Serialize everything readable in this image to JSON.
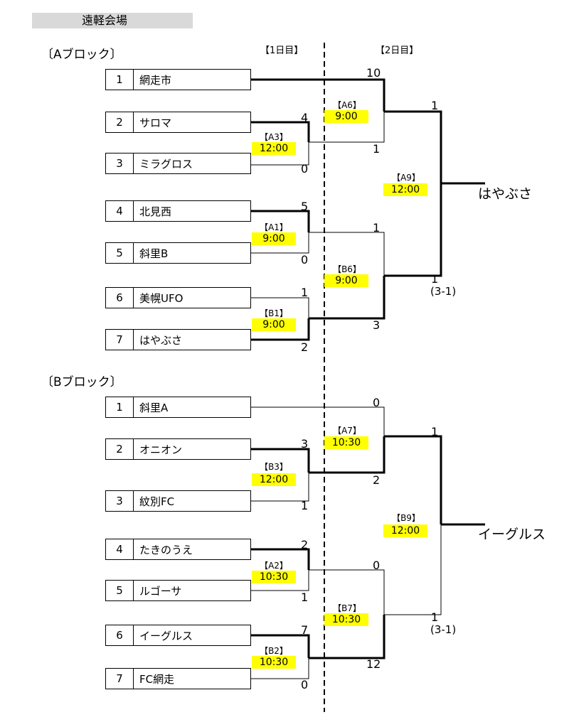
{
  "venue": "遠軽会場",
  "day1_label": "【1日目】",
  "day2_label": "【2日目】",
  "block_a": {
    "title": "〔Aブロック〕",
    "teams": [
      {
        "num": "1",
        "name": "網走市"
      },
      {
        "num": "2",
        "name": "サロマ"
      },
      {
        "num": "3",
        "name": "ミラグロス"
      },
      {
        "num": "4",
        "name": "北見西"
      },
      {
        "num": "5",
        "name": "斜里B"
      },
      {
        "num": "6",
        "name": "美幌UFO"
      },
      {
        "num": "7",
        "name": "はやぶさ"
      }
    ],
    "matches": [
      {
        "code": "【A3】",
        "time": "12:00",
        "score_top": "4",
        "score_bottom": "0"
      },
      {
        "code": "【A1】",
        "time": "9:00",
        "score_top": "5",
        "score_bottom": "0"
      },
      {
        "code": "【B1】",
        "time": "9:00",
        "score_top": "1",
        "score_bottom": "2"
      },
      {
        "code": "【A6】",
        "time": "9:00",
        "score_top": "10",
        "score_bottom": "1"
      },
      {
        "code": "【B6】",
        "time": "9:00",
        "score_top": "1",
        "score_bottom": "3"
      },
      {
        "code": "【A9】",
        "time": "12:00",
        "score_top": "1",
        "score_bottom": "1"
      }
    ],
    "final_score": "(3-1)",
    "winner": "はやぶさ"
  },
  "block_b": {
    "title": "〔Bブロック〕",
    "teams": [
      {
        "num": "1",
        "name": "斜里A"
      },
      {
        "num": "2",
        "name": "オニオン"
      },
      {
        "num": "3",
        "name": "紋別FC"
      },
      {
        "num": "4",
        "name": "たきのうえ"
      },
      {
        "num": "5",
        "name": "ルゴーサ"
      },
      {
        "num": "6",
        "name": "イーグルス"
      },
      {
        "num": "7",
        "name": "FC網走"
      }
    ],
    "matches": [
      {
        "code": "【B3】",
        "time": "12:00",
        "score_top": "3",
        "score_bottom": "1"
      },
      {
        "code": "【A2】",
        "time": "10:30",
        "score_top": "2",
        "score_bottom": "1"
      },
      {
        "code": "【B2】",
        "time": "10:30",
        "score_top": "7",
        "score_bottom": "0"
      },
      {
        "code": "【A7】",
        "time": "10:30",
        "score_top": "0",
        "score_bottom": "2"
      },
      {
        "code": "【B7】",
        "time": "10:30",
        "score_top": "0",
        "score_bottom": "12"
      },
      {
        "code": "【B9】",
        "time": "12:00",
        "score_top": "1",
        "score_bottom": "1"
      }
    ],
    "final_score": "(3-1)",
    "winner": "イーグルス"
  }
}
